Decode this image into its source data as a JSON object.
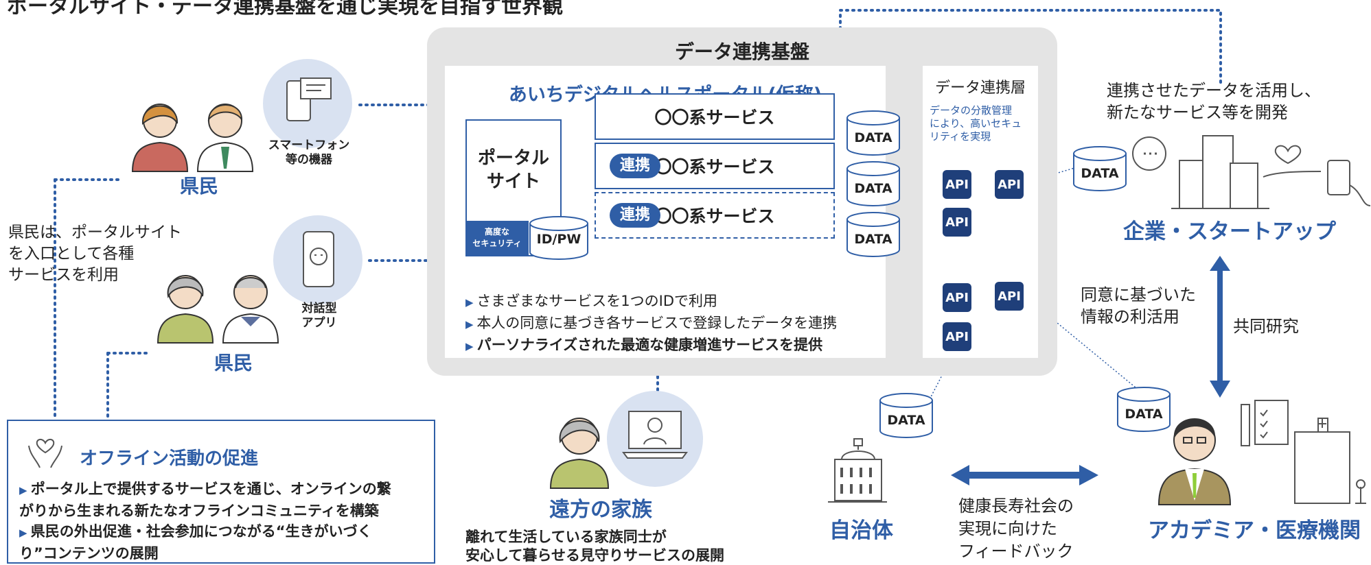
{
  "title": "ポータルサイト・データ連携基盤を通じ実現を目指す世界観",
  "platform": {
    "title": "データ連携基盤",
    "portal_title": "あいちデジタルヘルスポータル(仮称)",
    "portal_site": "ポータル\nサイト",
    "security_badge": "高度な\nセキュリティ",
    "idpw": "ID/PW",
    "services": [
      "〇〇系サービス",
      "〇〇系サービス",
      "〇〇系サービス"
    ],
    "link_label": "連携",
    "data_label": "DATA",
    "bullets": [
      "さまざまなサービスを1つのIDで利用",
      "本人の同意に基づき各サービスで登録したデータを連携",
      "パーソナライズされた最適な健康増進サービスを提供"
    ],
    "layer_title": "データ連携層",
    "layer_desc": "データの分散管理\nにより、高いセキュ\nリティを実現",
    "api_label": "API"
  },
  "left": {
    "device1": "スマートフォン\n等の機器",
    "device2": "対話型\nアプリ",
    "citizen": "県民",
    "citizen_desc": "県民は、ポータルサイト\nを入口として各種\nサービスを利用"
  },
  "offline": {
    "title": "オフライン活動の促進",
    "bullets": [
      "ポータル上で提供するサービスを通じ、オンラインの繋\nがりから生まれる新たなオフラインコミュニティを構築",
      "県民の外出促進・社会参加につながる“生きがいづく\nり”コンテンツの展開"
    ]
  },
  "family": {
    "title": "遠方の家族",
    "desc": "離れて生活している家族同士が\n安心して暮らせる見守りサービスの展開"
  },
  "right": {
    "company_desc": "連携させたデータを活用し、\n新たなサービス等を開発",
    "company": "企業・スタートアップ",
    "consent": "同意に基づいた\n情報の利活用",
    "joint": "共同研究",
    "academia": "アカデミア・医療機関",
    "municipality": "自治体",
    "feedback": "健康長寿社会の\n実現に向けた\nフィードバック"
  }
}
